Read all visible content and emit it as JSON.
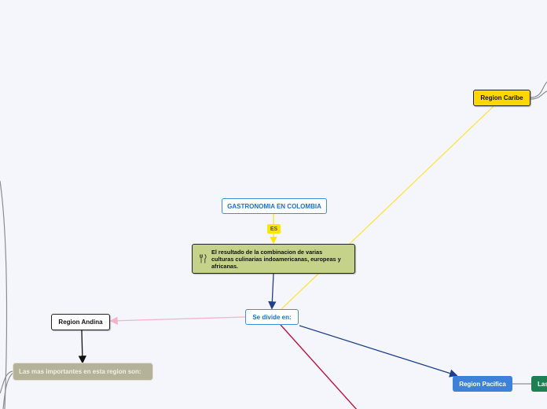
{
  "nodes": {
    "title": "GASTRONOMIA EN COLOMBIA",
    "es_label": "ES",
    "description": "El resultado de la combinacion de varias culturas culinarias indoamericanas, europeas y africanas.",
    "divide": "Se divide en:",
    "andina": "Region Andina",
    "caribe": "Region Caribe",
    "pacifica": "Region Pacifica",
    "importantes": "Las mas importantes en esta region son:",
    "las": "Las"
  },
  "icons": {
    "description_icon": "fork-knife-icon"
  },
  "colors": {
    "title_border": "#3f8fd9",
    "es_tag": "#ffe600",
    "description_fill": "#c4d28a",
    "caribe_fill": "#ffd600",
    "pacifica_fill": "#3d82d8",
    "importantes_fill": "#b5b29a",
    "las_fill": "#1d7f52",
    "link_caribe": "#ffe44d",
    "link_andina": "#f4b3c8",
    "link_pacifica": "#1f3f8a",
    "link_south": "#c0143c",
    "link_gray": "#8a8d94"
  }
}
